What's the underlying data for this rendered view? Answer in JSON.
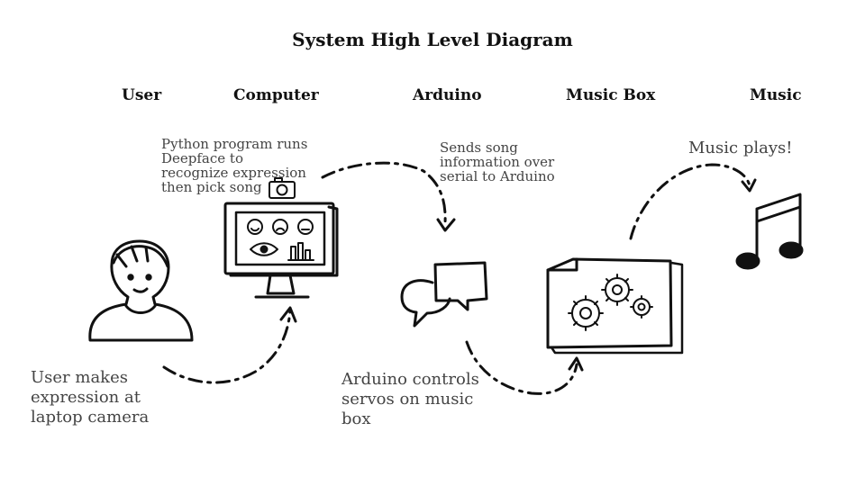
{
  "title": "System High Level Diagram",
  "columns": [
    {
      "label": "User"
    },
    {
      "label": "Computer"
    },
    {
      "label": "Arduino"
    },
    {
      "label": "Music Box"
    },
    {
      "label": "Music"
    }
  ],
  "notes": {
    "computer": "Python program runs\nDeepface to\nrecognize expression\nthen pick song",
    "arduino_top": "Sends song\ninformation over\nserial to Arduino",
    "music": "Music plays!",
    "user": "User makes\nexpression at\nlaptop  camera",
    "arduino_bottom": "Arduino controls\nservos on music\nbox"
  },
  "icons": {
    "user": "person-bust-icon",
    "computer": "computer-monitor-icon",
    "camera": "camera-icon",
    "arduino": "speech-bubbles-icon",
    "music_box": "gears-box-icon",
    "music": "music-note-icon"
  },
  "colors": {
    "ink": "#111111",
    "note_text": "#444444"
  }
}
